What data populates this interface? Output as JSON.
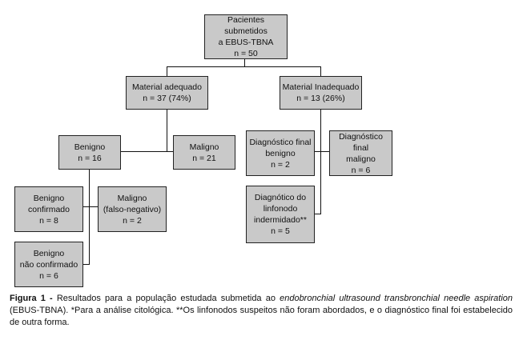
{
  "nodes": {
    "root": {
      "lines": [
        "Pacientes submetidos",
        "a EBUS-TBNA",
        "n = 50"
      ]
    },
    "adequado": {
      "lines": [
        "Material adequado",
        "n = 37 (74%)"
      ]
    },
    "inadequado": {
      "lines": [
        "Material Inadequado",
        "n = 13 (26%)"
      ]
    },
    "benigno": {
      "lines": [
        "Benigno",
        "n = 16"
      ]
    },
    "maligno": {
      "lines": [
        "Maligno",
        "n = 21"
      ]
    },
    "diag_benigno": {
      "lines": [
        "Diagnóstico final",
        "benigno",
        "n = 2"
      ]
    },
    "diag_maligno": {
      "lines": [
        "Diagnóstico final",
        "maligno",
        "n = 6"
      ]
    },
    "benigno_confirmado": {
      "lines": [
        "Benigno",
        "confirmado",
        "n = 8"
      ]
    },
    "maligno_falso_negativo": {
      "lines": [
        "Maligno",
        "(falso-negativo)",
        "n = 2"
      ]
    },
    "benigno_nao_confirmado": {
      "lines": [
        "Benigno",
        "não confirmado",
        "n = 6"
      ]
    },
    "linfonodo": {
      "lines": [
        "Diagnótico do",
        "linfonodo",
        "indermidado**",
        "n = 5"
      ]
    }
  },
  "caption": {
    "label": "Figura 1 -",
    "text1": " Resultados para a população estudada submetida ao ",
    "italic1": "endobronchial ultrasound transbronchial needle aspiration",
    "text2": " (EBUS-TBNA). *Para a análise citológica. **Os linfonodos suspeitos não foram abordados, e o diagnóstico final foi estabelecido de outra forma."
  }
}
